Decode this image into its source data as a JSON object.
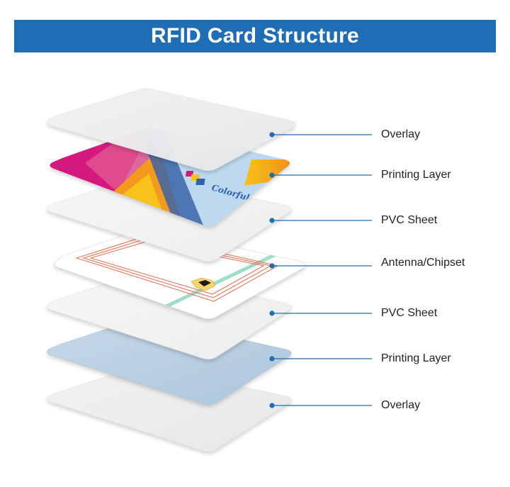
{
  "title": "RFID Card Structure",
  "card_brand": "Colorful Card",
  "colors": {
    "banner": "#1f6db5",
    "leader": "#1f6db5",
    "magenta": "#d6197f",
    "orange": "#f39a1e",
    "yellow": "#f7c21a",
    "light_blue": "#bcd9ef",
    "antenna": "#e0785a",
    "stripe": "#9fdcc9",
    "bottom_print_layer": "#b9d0e3"
  },
  "layers": [
    {
      "label": "Overlay"
    },
    {
      "label": "Printing Layer"
    },
    {
      "label": "PVC Sheet"
    },
    {
      "label": "Antenna/Chipset"
    },
    {
      "label": "PVC Sheet"
    },
    {
      "label": "Printing Layer"
    },
    {
      "label": "Overlay"
    }
  ]
}
